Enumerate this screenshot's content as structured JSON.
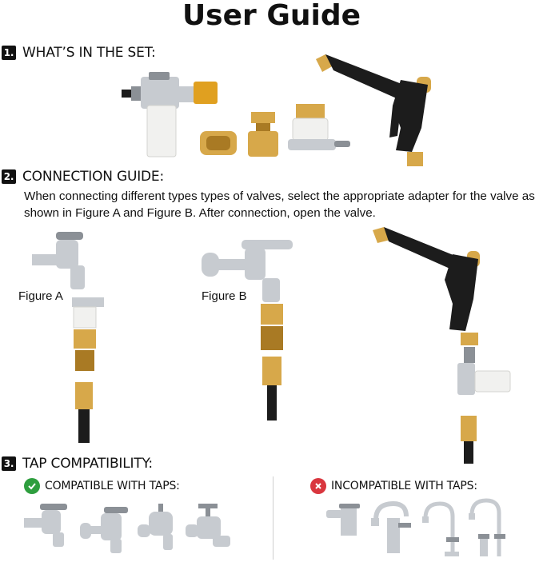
{
  "title": "User Guide",
  "sections": {
    "set": {
      "number": "1.",
      "heading": "WHAT’S IN THE SET:"
    },
    "connection": {
      "number": "2.",
      "heading": "CONNECTION GUIDE:",
      "description": "When connecting different types types of valves, select the appropriate adapter for the valve as shown in Figure A and Figure B. After connection, open the valve."
    },
    "compatibility": {
      "number": "3.",
      "heading": "TAP COMPATIBILITY:",
      "compatible_label": "COMPATIBLE WITH TAPS:",
      "incompatible_label": "INCOMPATIBLE WITH TAPS:"
    }
  },
  "figures": {
    "a": "Figure A",
    "b": "Figure B"
  },
  "icons": {
    "compatible": "check-circle-icon",
    "incompatible": "x-circle-icon"
  },
  "colors": {
    "ok": "#2e9e3e",
    "no": "#d9363e",
    "brass": "#d7a84a",
    "chrome": "#c7cbd0"
  }
}
